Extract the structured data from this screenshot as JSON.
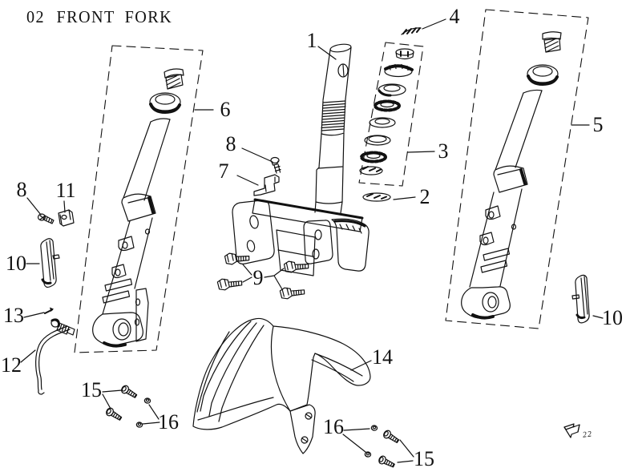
{
  "title": {
    "number": "02",
    "name": "FRONT FORK"
  },
  "callouts": {
    "c1": "1",
    "c2": "2",
    "c3": "3",
    "c4": "4",
    "c5": "5",
    "c6": "6",
    "c7": "7",
    "c8a": "8",
    "c8b": "8",
    "c9": "9",
    "c10a": "10",
    "c10b": "10",
    "c11": "11",
    "c12": "12",
    "c13": "13",
    "c14": "14",
    "c15a": "15",
    "c15b": "15",
    "c16a": "16",
    "c16b": "16"
  },
  "footer": {
    "page_ref": "22",
    "arrow_icon": "page-turn-arrow"
  },
  "colors": {
    "line": "#111111",
    "background": "#ffffff"
  }
}
